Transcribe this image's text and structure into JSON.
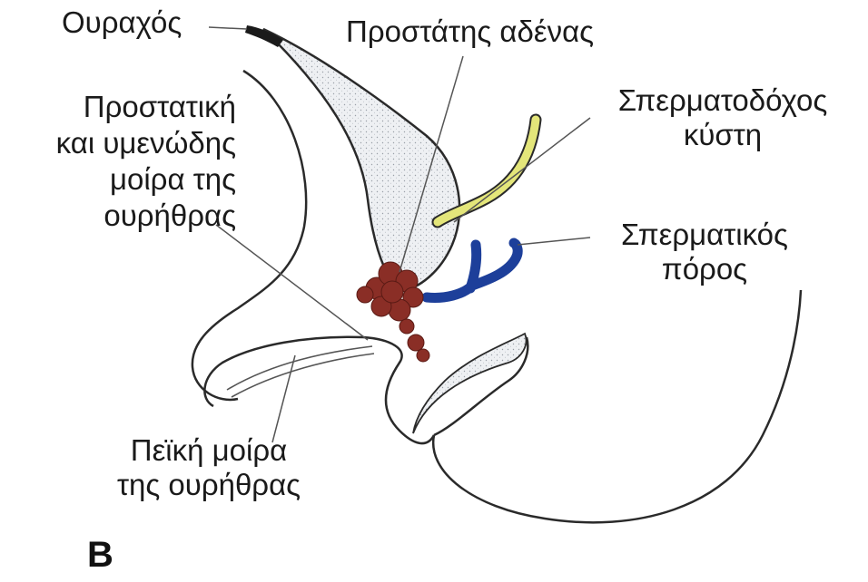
{
  "labels": {
    "urachus": "Ουραχός",
    "prostate": "Προστάτης αδένας",
    "seminal_vesicle": {
      "line1": "Σπερματοδόχος",
      "line2": "κύστη"
    },
    "vas_deferens": {
      "line1": "Σπερματικός",
      "line2": "πόρος"
    },
    "prostatic_urethra": {
      "line1": "Προστατική",
      "line2": "και υμενώδης",
      "line3": "μοίρα της",
      "line4": "ουρήθρας"
    },
    "penile_urethra": {
      "line1": "Πεϊκή μοίρα",
      "line2": "της ουρήθρας"
    }
  },
  "panel_letter": "B",
  "colors": {
    "outline": "#2a2a2a",
    "bladder_fill": "#e9ebee",
    "seminal_vesicle": "#e4e67a",
    "vas_deferens": "#1d3f9a",
    "prostate": "#8a2e26"
  }
}
